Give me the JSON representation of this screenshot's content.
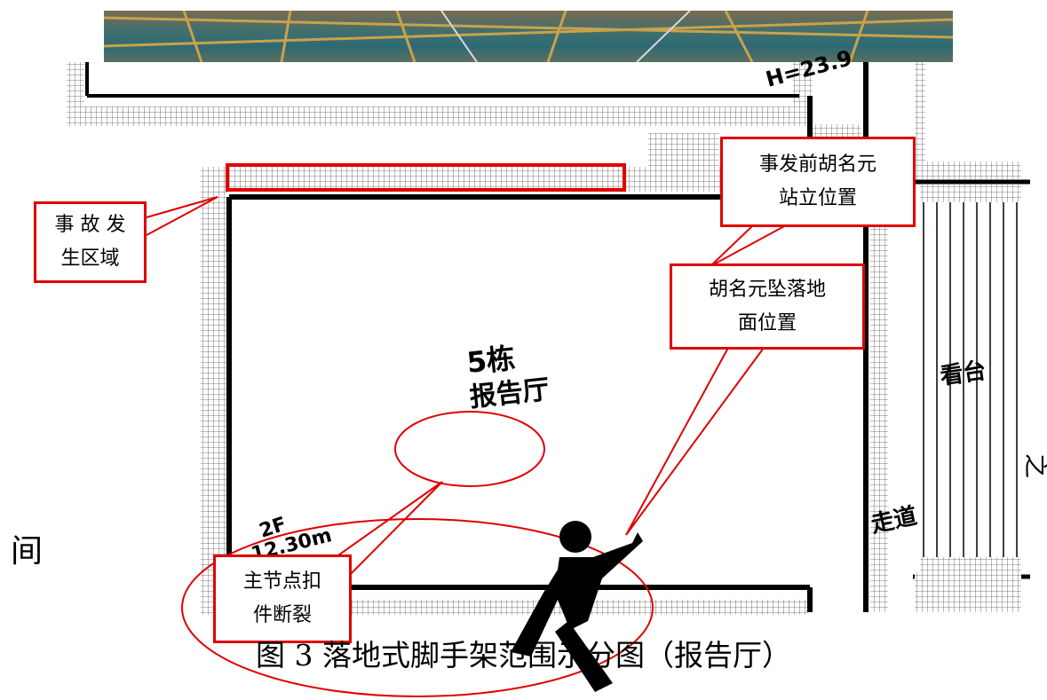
{
  "plan_labels": {
    "height_mark": "H=23.9",
    "building": "5栋",
    "hall": "报告厅",
    "stand": "看台",
    "corridor": "走道",
    "floor": "2F",
    "floor_height": "12.30m"
  },
  "callouts": {
    "accident_area": "事 故 发\n生区域",
    "before_position": "事发前胡名元\n站立位置",
    "fall_position": "胡名元坠落地\n面位置",
    "fracture": "主节点扣\n件断裂"
  },
  "side_text": {
    "left_char": "间",
    "right_char": "之"
  },
  "caption": "图 3  落地式脚手架范围示分图（报告厅）",
  "colors": {
    "callout_red": "#e00000",
    "wall_black": "#000000",
    "scaffold_grid": "#555555"
  },
  "icons": {
    "worker": "person-falling-icon"
  }
}
